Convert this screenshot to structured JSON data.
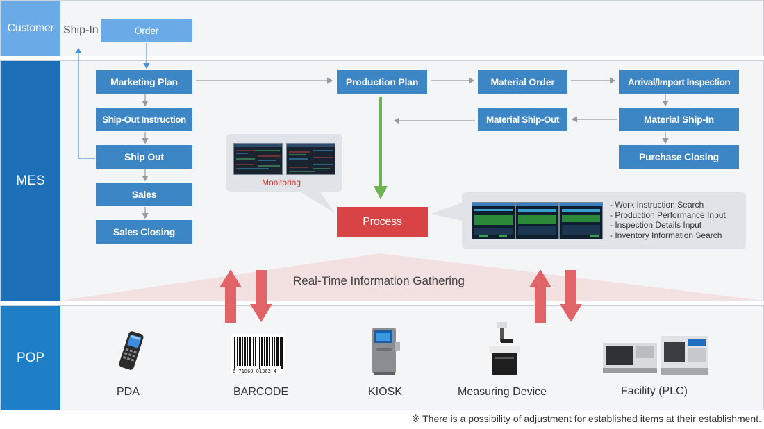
{
  "bands": {
    "customer": "Customer",
    "mes": "MES",
    "pop": "POP"
  },
  "customer": {
    "ship_in": "Ship-In",
    "order": "Order"
  },
  "sales_flow": {
    "marketing_plan": "Marketing Plan",
    "ship_out_instruction": "Ship-Out Instruction",
    "ship_out": "Ship Out",
    "sales": "Sales",
    "sales_closing": "Sales Closing"
  },
  "production_flow": {
    "production_plan": "Production Plan",
    "material_order": "Material Order",
    "arrival_inspection": "Arrival/Import Inspection",
    "material_ship_out": "Material Ship-Out",
    "material_ship_in": "Material Ship-In",
    "purchase_closing": "Purchase Closing",
    "process": "Process"
  },
  "monitoring": {
    "label": "Monitoring"
  },
  "process_functions": [
    "- Work Instruction Search",
    "- Production Performance Input",
    "- Inspection Details Input",
    "- Inventory Information Search"
  ],
  "gathering": "Real-Time Information Gathering",
  "devices": {
    "pda": "PDA",
    "barcode": "BARCODE",
    "barcode_digits": "6  71860  01362  4",
    "kiosk": "KIOSK",
    "measuring": "Measuring Device",
    "facility": "Facility (PLC)"
  },
  "note": "※ There is a possibility of adjustment for established items at their establishment.",
  "colors": {
    "band_blue": "#3d86c6",
    "customer_label": "#6aaae6",
    "mes_label": "#1d70b8",
    "pop_label": "#1f7fc6",
    "process_red": "#d84345",
    "arrow_red": "#e06468",
    "arrow_green": "#6db352"
  }
}
